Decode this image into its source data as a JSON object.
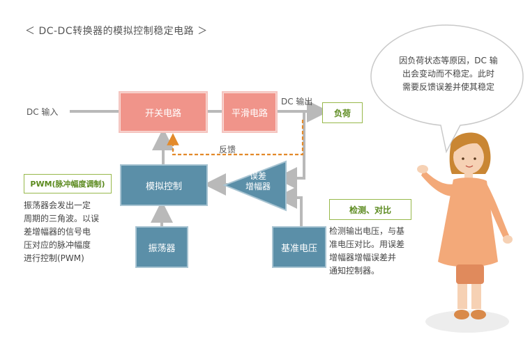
{
  "title": "＜ DC-DC转换器的模拟控制稳定电路 ＞",
  "labels": {
    "dc_input": "DC 输入",
    "dc_output": "DC 输出",
    "feedback": "反馈"
  },
  "blocks": {
    "switch_circuit": "开关电路",
    "smoothing_circuit": "平滑电路",
    "load": "负荷",
    "analog_control": "模拟控制",
    "error_amp_line1": "误差",
    "error_amp_line2": "增幅器",
    "oscillator": "振荡器",
    "reference_voltage": "基准电压"
  },
  "pwm_note": {
    "heading": "PWM(脉冲幅度调制)",
    "lines": [
      "振荡器会发出一定",
      "周期的三角波。以误",
      "差增幅器的信号电",
      "压对应的脉冲幅度",
      "进行控制(PWM)"
    ]
  },
  "detect_note": {
    "heading": "检测、对比",
    "lines": [
      "检测输出电压，与基",
      "准电压对比。用误差",
      "增幅器增幅误差并",
      "通知控制器。"
    ]
  },
  "speech_bubble": {
    "lines": [
      "因负荷状态等原因，DC 输",
      "出会变动而不稳定。此时",
      "需要反馈误差并使其稳定"
    ]
  },
  "colors": {
    "pink_block": "#f0948a",
    "teal_block": "#5b8fa8",
    "wire": "#b9b9b9",
    "feedback_arrow": "#e38a2b",
    "note_border": "#97b84a",
    "note_text": "#5b8a1e"
  }
}
